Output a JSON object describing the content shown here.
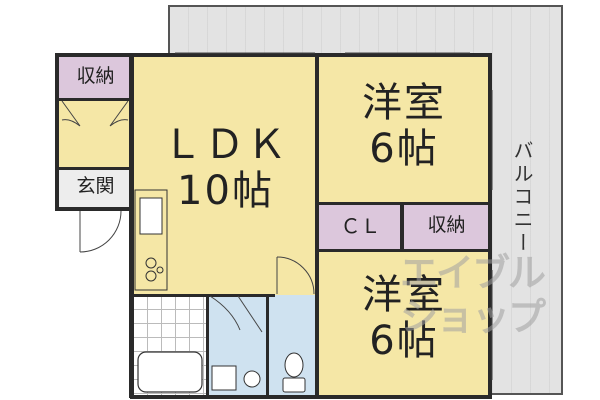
{
  "rooms": {
    "ldk": {
      "name": "ＬＤＫ",
      "size": "10帖"
    },
    "western_room_upper": {
      "name": "洋室",
      "size": "6帖"
    },
    "western_room_lower": {
      "name": "洋室",
      "size": "6帖"
    },
    "storage_left": {
      "name": "収納"
    },
    "storage_right": {
      "name": "収納"
    },
    "closet": {
      "name": "ＣＬ"
    },
    "entrance": {
      "name": "玄関"
    },
    "balcony": {
      "name": "バルコニー"
    }
  },
  "watermark": {
    "line1": "エイブル",
    "line2": "ショップ"
  },
  "colors": {
    "floor": "#f5e7a6",
    "storage": "#dcc7dc",
    "wet_area": "#cfe2f0",
    "balcony": "#e3e3e3",
    "wall": "#2a2a2a"
  }
}
